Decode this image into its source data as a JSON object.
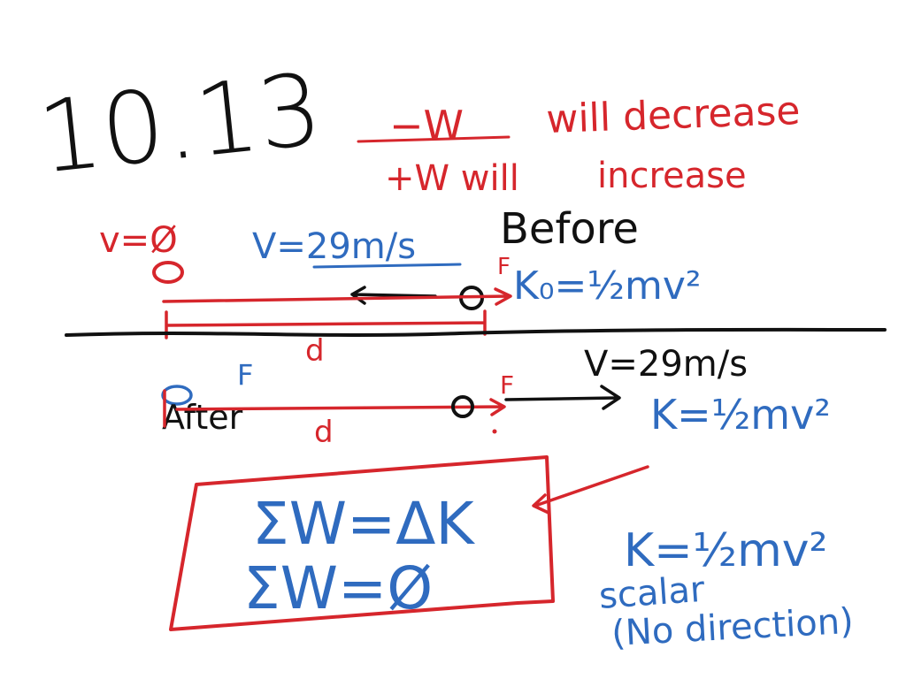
{
  "problem_number": "10.13",
  "notes": {
    "negative_work": "−W",
    "negative_work_effect": "will decrease",
    "positive_work": "+W will",
    "positive_work_effect": "increase"
  },
  "before": {
    "heading": "Before",
    "v_initial": "v=Ø",
    "v_given": "V=29m/s",
    "force_label": "F",
    "kinetic_energy": "K₀=½mv²",
    "distance_label": "d"
  },
  "after": {
    "heading": "After",
    "force_label_blue": "F",
    "force_label_red": "F",
    "v_final": "V=29m/s",
    "kinetic_energy": "K=½mv²",
    "distance_label": "d"
  },
  "boxed": {
    "line1": "ΣW=ΔK",
    "line2": "ΣW=Ø"
  },
  "definition": {
    "formula": "K=½mv²",
    "note_line1": "scalar",
    "note_line2": "(No direction)"
  },
  "colors": {
    "black_ink": "#111111",
    "red_ink": "#d6262c",
    "blue_ink": "#2f6bbf",
    "background": "#ffffff"
  }
}
